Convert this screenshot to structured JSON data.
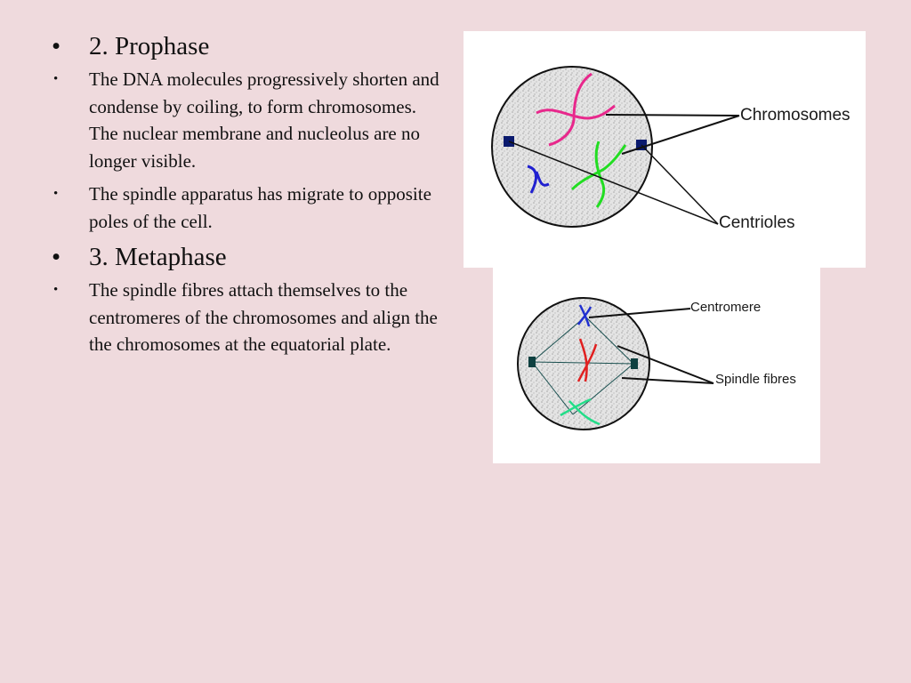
{
  "slide": {
    "background_color": "#efdadd",
    "sections": [
      {
        "heading": "2. Prophase",
        "points": [
          "The DNA molecules progressively shorten and condense by coiling, to form chromosomes. The nuclear membrane and nucleolus are no longer visible.",
          "The spindle apparatus has migrate to opposite poles of the cell."
        ]
      },
      {
        "heading": "3. Metaphase",
        "points": [
          "The spindle fibres attach themselves to the centromeres of the chromosomes and align the the chromosomes at the equatorial plate."
        ]
      }
    ],
    "bullet_glyph": "•"
  },
  "figures": {
    "prophase": {
      "labels": {
        "chromosomes": "Chromosomes",
        "centrioles": "Centrioles"
      },
      "colors": {
        "chromosome_pink": "#e8288c",
        "chromosome_blue": "#2020d0",
        "chromosome_green": "#22dd22",
        "centriole": "#0a1a6e"
      }
    },
    "metaphase": {
      "labels": {
        "centromere": "Centromere",
        "spindle_fibres": "Spindle fibres"
      },
      "colors": {
        "chromosome_blue": "#2030d0",
        "chromosome_red": "#e02020",
        "chromosome_green": "#22dd88",
        "centriole": "#0e4040"
      }
    }
  }
}
